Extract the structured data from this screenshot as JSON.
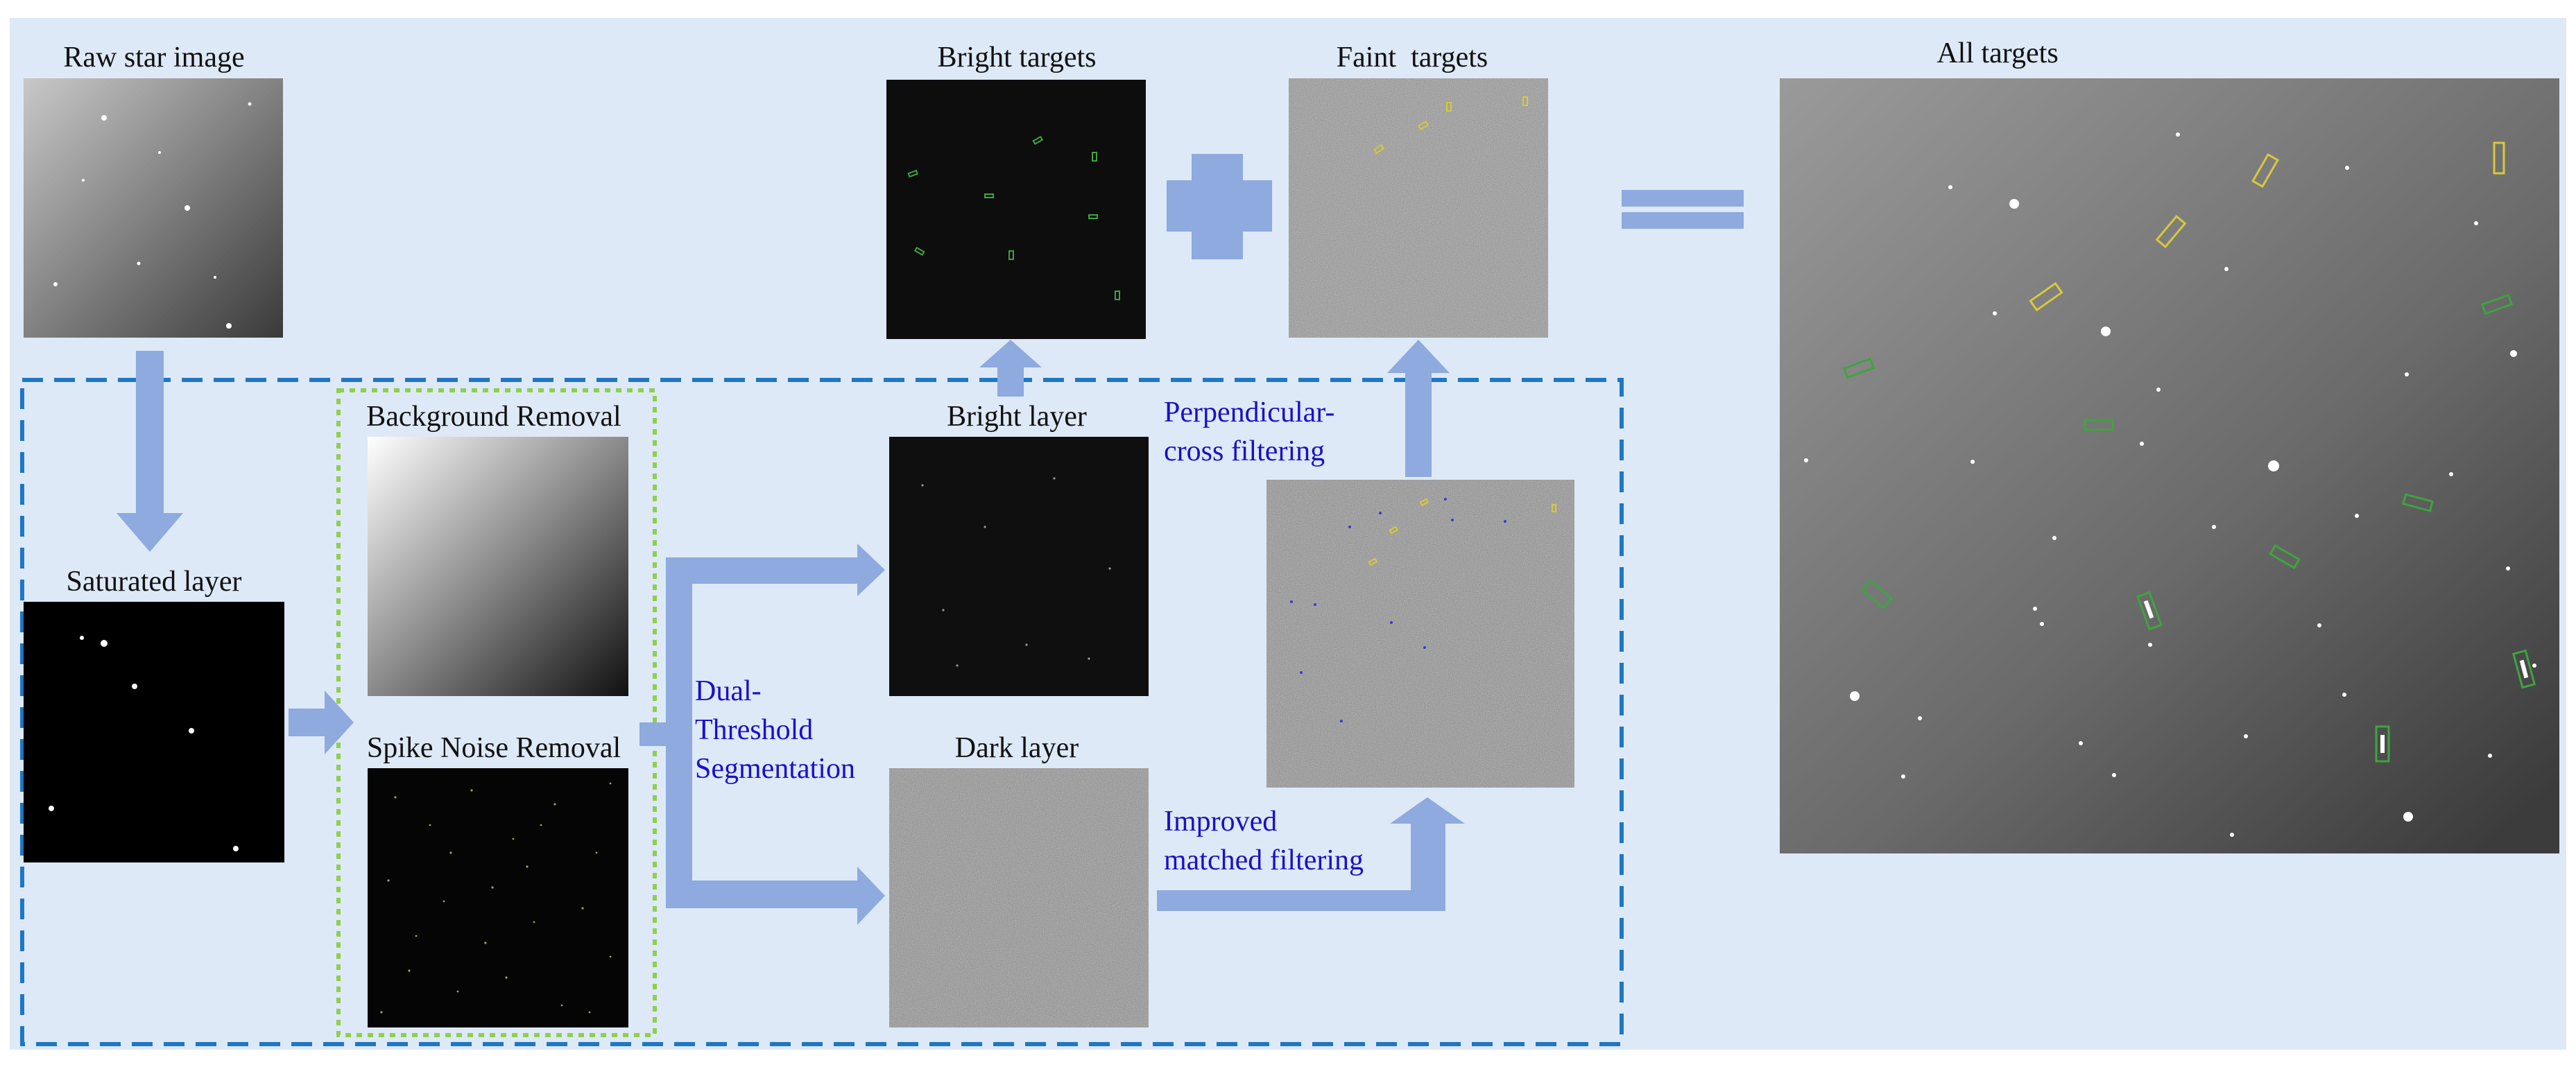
{
  "labels": {
    "raw_star_image": "Raw star image",
    "saturated_layer": "Saturated layer",
    "background_removal": "Background Removal",
    "spike_noise_removal": "Spike Noise Removal",
    "bright_layer": "Bright layer",
    "dark_layer": "Dark layer",
    "bright_targets": "Bright targets",
    "faint_targets": "Faint  targets",
    "all_targets": "All targets"
  },
  "steps": {
    "dual_threshold_line1": "Dual-",
    "dual_threshold_line2": "Threshold",
    "dual_threshold_line3": "Segmentation",
    "perpendicular_line1": "Perpendicular-",
    "perpendicular_line2": "cross filtering",
    "improved_line1": "Improved",
    "improved_line2": "matched filtering"
  },
  "colors": {
    "panel_background": "#dde9f6",
    "arrow": "#8eaade",
    "dashed_outline": "#1f77c4",
    "dotted_outline": "#8fcf4e",
    "step_text": "#1a10c8",
    "bright_box": "#3fa33f",
    "faint_box": "#d6c93a",
    "candidate_box": "#3a3ad0"
  }
}
